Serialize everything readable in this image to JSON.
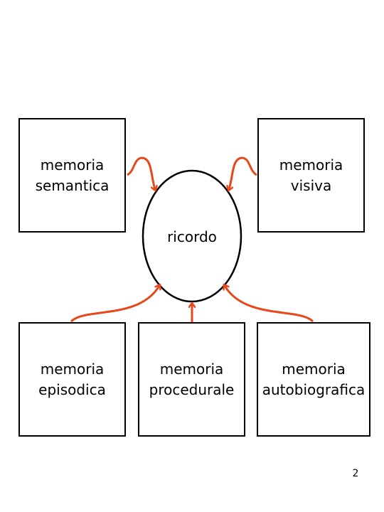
{
  "diagram": {
    "center": {
      "label": "ricordo"
    },
    "nodes": {
      "semantica": {
        "label": "memoria\nsemantica"
      },
      "visiva": {
        "label": "memoria\nvisiva"
      },
      "episodica": {
        "label": "memoria\nepisodica"
      },
      "procedurale": {
        "label": "memoria\nprocedurale"
      },
      "autobiografica": {
        "label": "memoria\nautobiografica"
      }
    },
    "edges": [
      {
        "from": "semantica",
        "to": "ricordo"
      },
      {
        "from": "visiva",
        "to": "ricordo"
      },
      {
        "from": "episodica",
        "to": "ricordo"
      },
      {
        "from": "procedurale",
        "to": "ricordo"
      },
      {
        "from": "autobiografica",
        "to": "ricordo"
      }
    ],
    "colors": {
      "arrow": "#e8471a",
      "outline": "#000000"
    }
  },
  "page": {
    "number": "2"
  }
}
